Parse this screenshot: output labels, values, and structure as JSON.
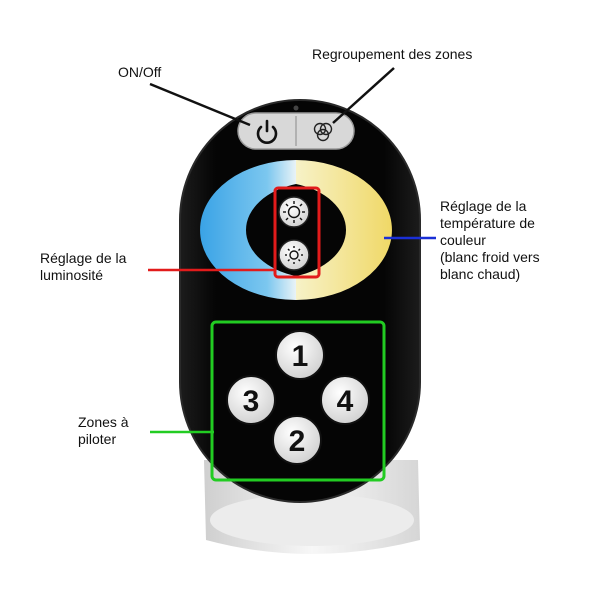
{
  "labels": {
    "on_off": "ON/Off",
    "zone_grouping": "Regroupement des zones",
    "color_temperature": "Réglage de la\ntempérature de\ncouleur\n(blanc froid vers\nblanc chaud)",
    "brightness": "Réglage de la\nluminosité",
    "zones": "Zones à\npiloter"
  },
  "zone_buttons": [
    "1",
    "3",
    "4",
    "2"
  ],
  "colors": {
    "remote_body": "#0a0a0a",
    "ring_cool": "#4aaee8",
    "ring_warm": "#f2e27a",
    "box_brightness": "#e21b1b",
    "box_zones": "#22cc22",
    "pointer_temperature": "#1a2fd6",
    "pointer_brightness": "#e21b1b",
    "pointer_zones": "#22cc22",
    "pointer_default": "#111111"
  },
  "icons": {
    "power": "power-icon",
    "grouping": "three-circles-icon",
    "brightness_up": "sun-icon",
    "brightness_down": "sun-small-icon"
  }
}
